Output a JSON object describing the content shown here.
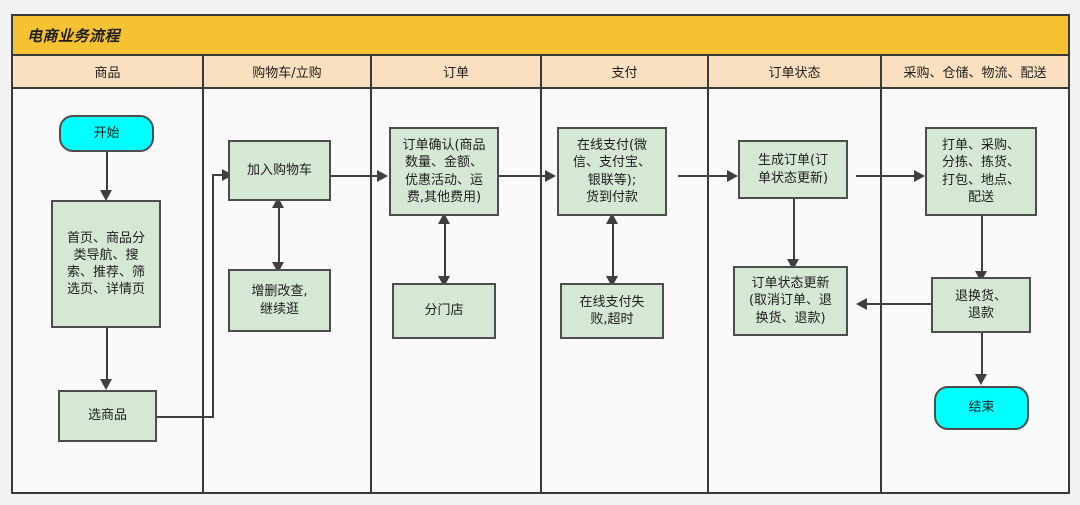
{
  "diagram": {
    "title": "电商业务流程",
    "type": "swimlane-flowchart",
    "colors": {
      "title_bar": "#f5c231",
      "lane_header": "#fbe0c0",
      "process_fill": "#d5e8d4",
      "terminator_fill": "#00ffff",
      "stroke": "#4d4d4d",
      "background": "#fafafa"
    },
    "lanes": [
      {
        "label": "商品"
      },
      {
        "label": "购物车/立购"
      },
      {
        "label": "订单"
      },
      {
        "label": "支付"
      },
      {
        "label": "订单状态"
      },
      {
        "label": "采购、仓储、物流、配送"
      }
    ],
    "nodes": [
      {
        "id": "start",
        "lane": 0,
        "shape": "terminator",
        "text": "开始"
      },
      {
        "id": "browse",
        "lane": 0,
        "shape": "process",
        "text": "首页、商品分\n类导航、搜\n索、推荐、筛\n选页、详情页"
      },
      {
        "id": "pick",
        "lane": 0,
        "shape": "process",
        "text": "选商品"
      },
      {
        "id": "addcart",
        "lane": 1,
        "shape": "process",
        "text": "加入购物车"
      },
      {
        "id": "editcart",
        "lane": 1,
        "shape": "process",
        "text": "增删改查,\n继续逛"
      },
      {
        "id": "confirm",
        "lane": 2,
        "shape": "process",
        "text": "订单确认(商品\n数量、金额、\n优惠活动、运\n费,其他费用)"
      },
      {
        "id": "branchstore",
        "lane": 2,
        "shape": "process",
        "text": "分门店"
      },
      {
        "id": "pay",
        "lane": 3,
        "shape": "process",
        "text": "在线支付(微\n信、支付宝、\n银联等);\n货到付款"
      },
      {
        "id": "payfail",
        "lane": 3,
        "shape": "process",
        "text": "在线支付失\n败,超时"
      },
      {
        "id": "createorder",
        "lane": 4,
        "shape": "process",
        "text": "生成订单(订\n单状态更新)"
      },
      {
        "id": "statusupdate",
        "lane": 4,
        "shape": "process",
        "text": "订单状态更新\n(取消订单、退\n换货、退款)"
      },
      {
        "id": "fulfill",
        "lane": 5,
        "shape": "process",
        "text": "打单、采购、\n分拣、拣货、\n打包、地点、\n配送"
      },
      {
        "id": "returns",
        "lane": 5,
        "shape": "process",
        "text": "退换货、\n退款"
      },
      {
        "id": "end",
        "lane": 5,
        "shape": "terminator",
        "text": "结束"
      }
    ],
    "edges": [
      {
        "from": "start",
        "to": "browse",
        "dir": "down"
      },
      {
        "from": "browse",
        "to": "pick",
        "dir": "down"
      },
      {
        "from": "pick",
        "to": "addcart",
        "dir": "right-up"
      },
      {
        "from": "addcart",
        "to": "editcart",
        "dir": "bidirectional"
      },
      {
        "from": "addcart",
        "to": "confirm",
        "dir": "right"
      },
      {
        "from": "confirm",
        "to": "branchstore",
        "dir": "bidirectional"
      },
      {
        "from": "confirm",
        "to": "pay",
        "dir": "right"
      },
      {
        "from": "pay",
        "to": "payfail",
        "dir": "bidirectional"
      },
      {
        "from": "pay",
        "to": "createorder",
        "dir": "right"
      },
      {
        "from": "createorder",
        "to": "statusupdate",
        "dir": "down"
      },
      {
        "from": "createorder",
        "to": "fulfill",
        "dir": "right"
      },
      {
        "from": "fulfill",
        "to": "returns",
        "dir": "down"
      },
      {
        "from": "returns",
        "to": "statusupdate",
        "dir": "left"
      },
      {
        "from": "returns",
        "to": "end",
        "dir": "down"
      }
    ]
  }
}
